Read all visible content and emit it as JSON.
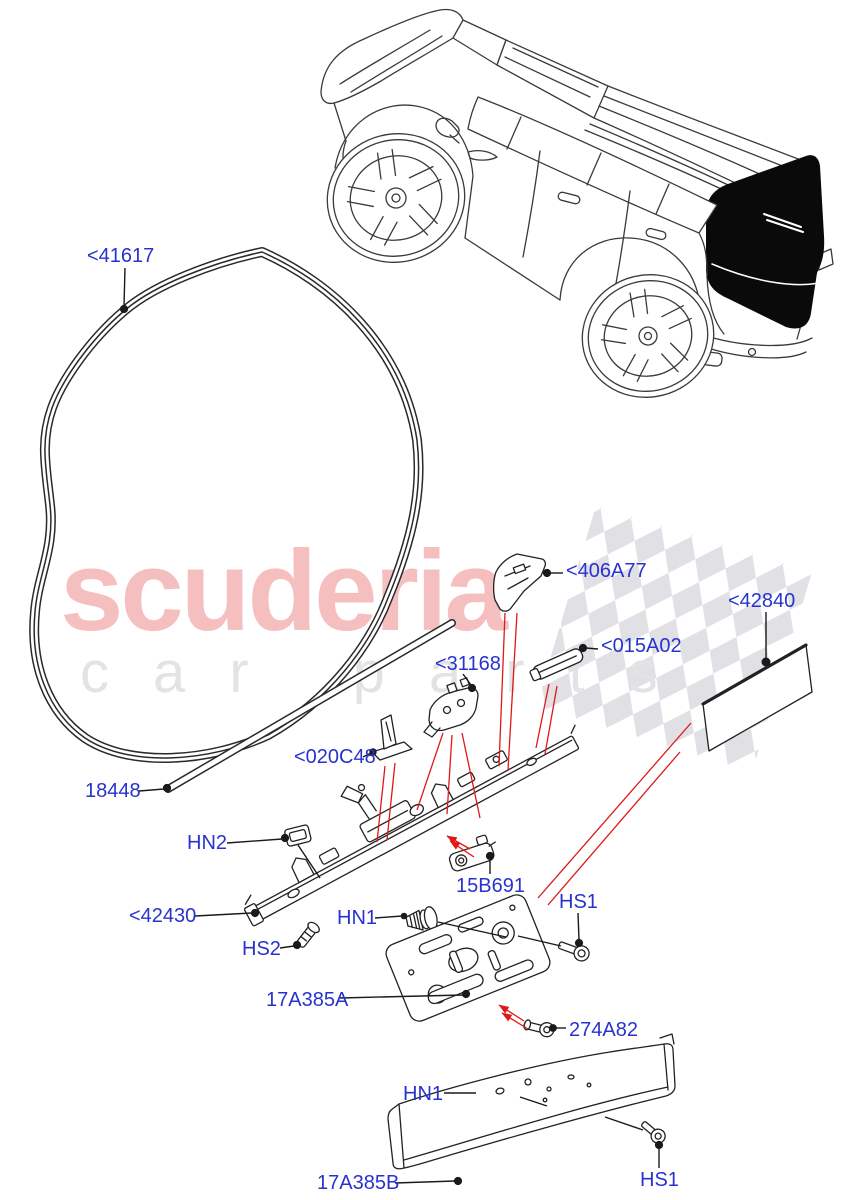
{
  "watermark": {
    "brand": "scuderia",
    "tagline": "car parts",
    "brand_color": "#f3b0b0",
    "tagline_color": "#e3e3e5",
    "flag_color": "#dcdce2"
  },
  "colors": {
    "label_color": "#2833cf",
    "leader_color": "#1a1a1a",
    "callout_color": "#e01818",
    "line_art_color": "#3a3a3a",
    "rear_glass_color": "#0a0a0a"
  },
  "labels": [
    {
      "id": "41617",
      "text": "<41617"
    },
    {
      "id": "406A77",
      "text": "<406A77"
    },
    {
      "id": "42840",
      "text": "<42840"
    },
    {
      "id": "015A02",
      "text": "<015A02"
    },
    {
      "id": "31168",
      "text": "<31168"
    },
    {
      "id": "020C48",
      "text": "<020C48"
    },
    {
      "id": "18448",
      "text": "18448"
    },
    {
      "id": "HN2",
      "text": "HN2"
    },
    {
      "id": "15B691",
      "text": "15B691"
    },
    {
      "id": "HS1-a",
      "text": "HS1"
    },
    {
      "id": "42430",
      "text": "<42430"
    },
    {
      "id": "HN1-a",
      "text": "HN1"
    },
    {
      "id": "HS2",
      "text": "HS2"
    },
    {
      "id": "17A385A",
      "text": "17A385A"
    },
    {
      "id": "274A82",
      "text": "274A82"
    },
    {
      "id": "HN1-b",
      "text": "HN1"
    },
    {
      "id": "17A385B",
      "text": "17A385B"
    },
    {
      "id": "HS1-b",
      "text": "HS1"
    }
  ]
}
